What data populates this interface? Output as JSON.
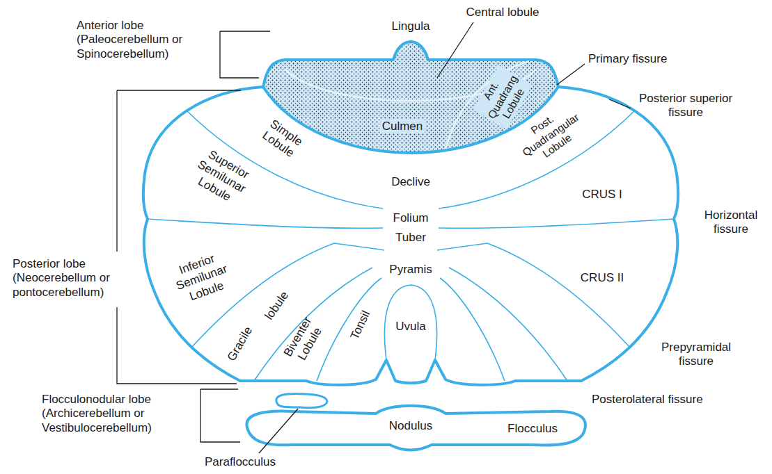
{
  "diagram": {
    "labels": [
      "Anterior lobe (Paleocerebellum or Spinocerebellum)",
      "Lingula",
      "Central lobule",
      "Primary fissure",
      "Ant. Quadrang Lobule",
      "Culmen",
      "Posterior superior fissure",
      "Simple Lobule",
      "Post. Quadrangular Lobule",
      "Superior Semilunar Lobule",
      "Declive",
      "CRUS I",
      "Horizontal fissure",
      "Folium",
      "Tuber",
      "Posterior lobe (Neocerebellum or pontocerebellum)",
      "Inferior Semilunar Lobule",
      "lobule",
      "Pyramis",
      "CRUS II",
      "Gracile",
      "Biventer Lobule",
      "Tonsil",
      "Uvula",
      "Prepyramidal fissure",
      "Flocculonodular lobe (Archicerebellum or Vestibulocerebellum)",
      "Posterolateral fissure",
      "Nodulus",
      "Flocculus",
      "Paraflocculus"
    ]
  }
}
